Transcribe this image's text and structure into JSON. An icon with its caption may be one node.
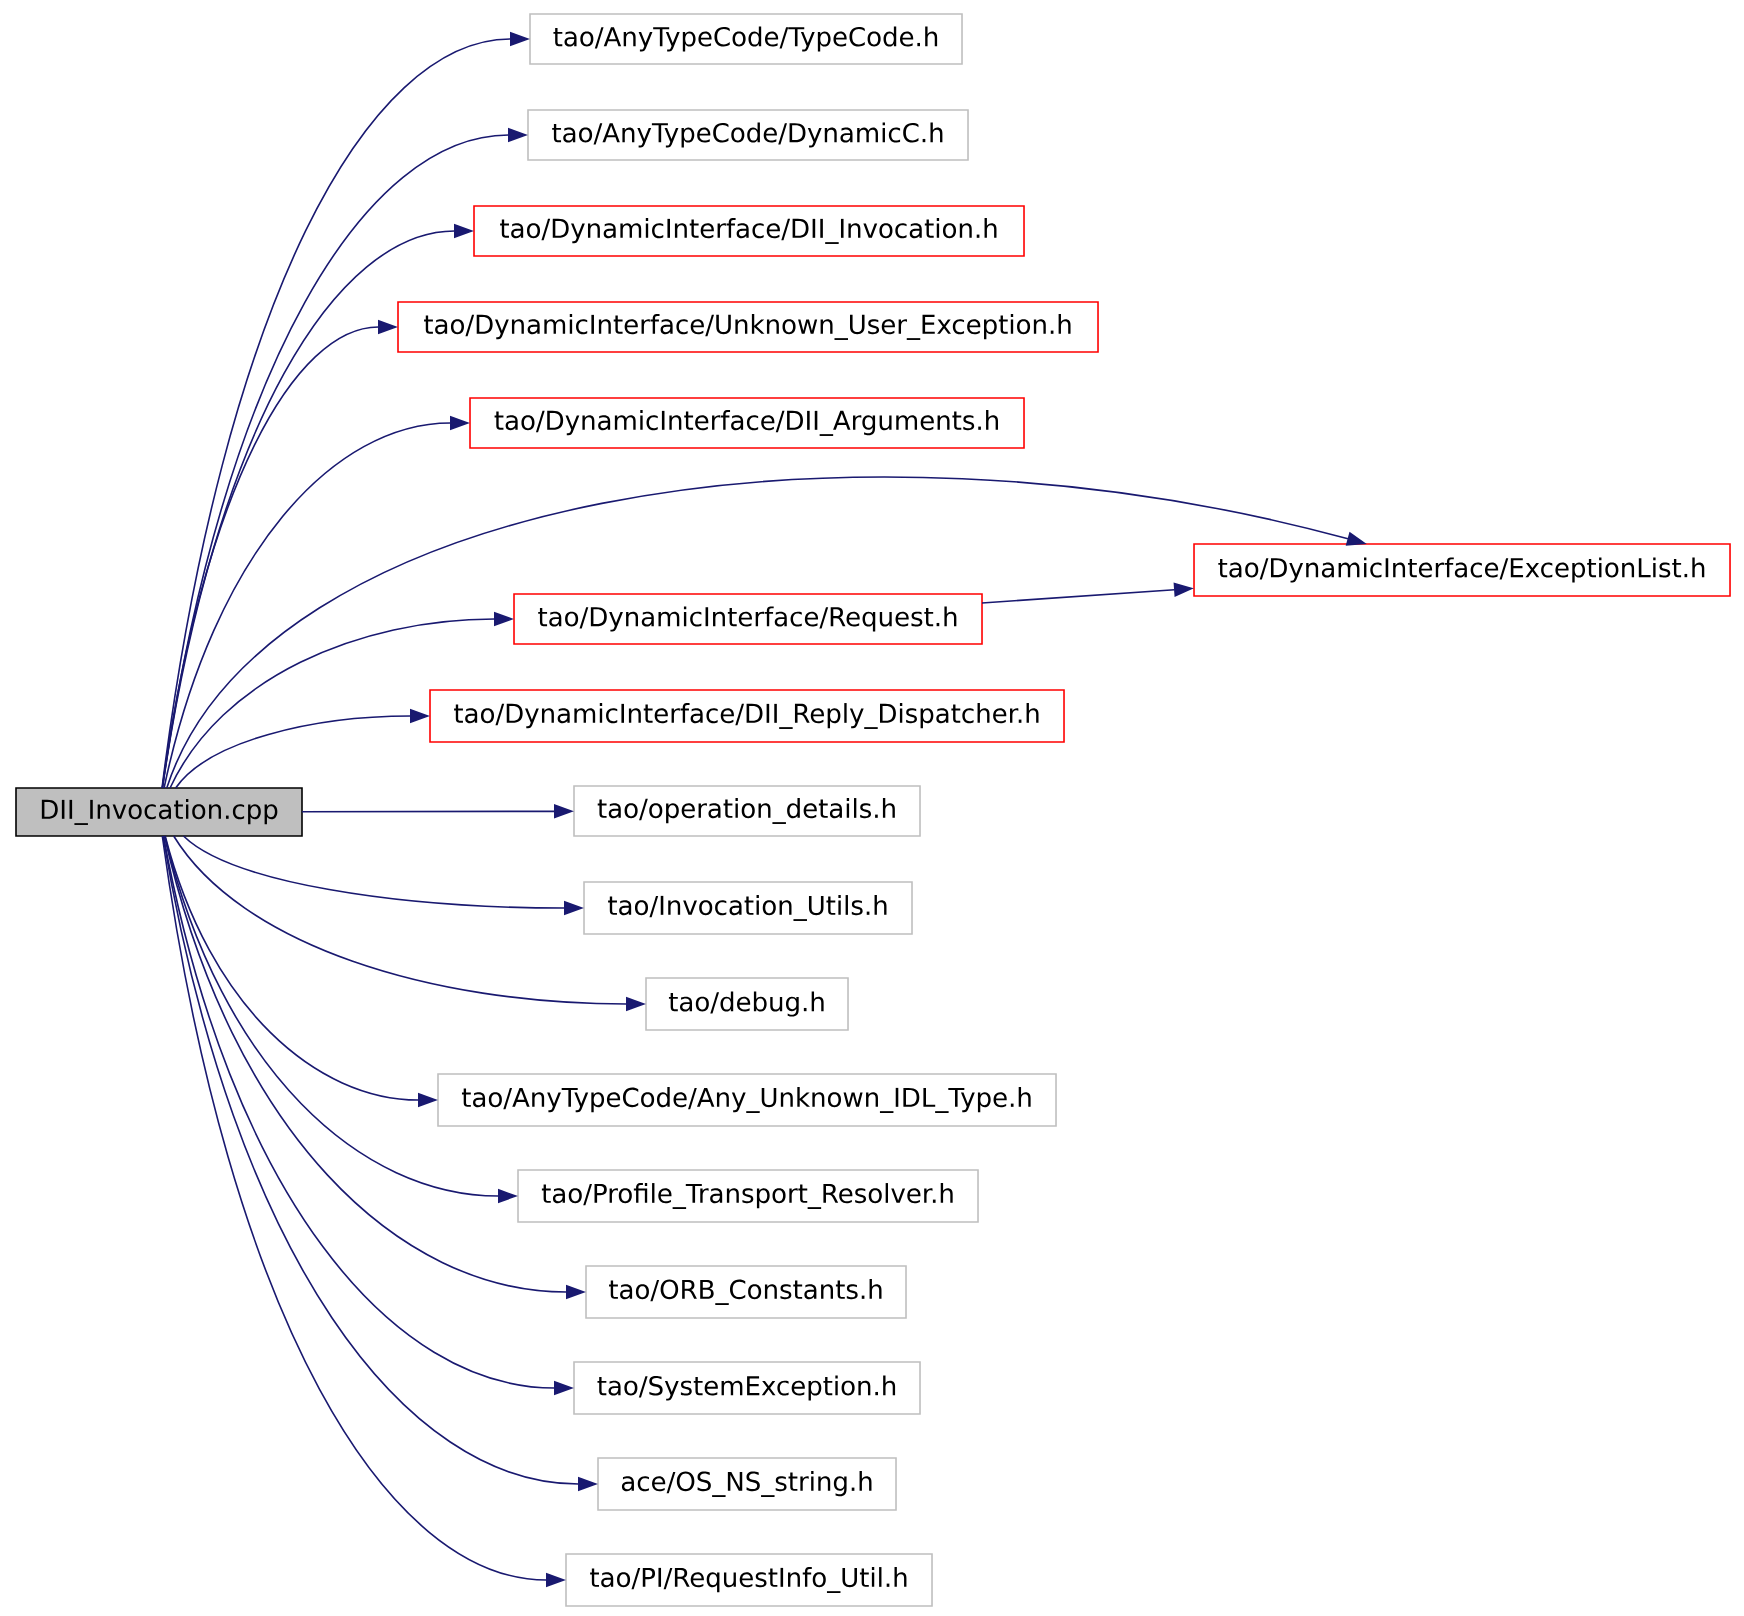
{
  "diagram": {
    "nodes": [
      {
        "text": [
          "tao/AnyTypeCode/TypeCode.h"
        ]
      },
      {
        "text": [
          "tao/AnyTypeCode/DynamicC.h"
        ]
      },
      {
        "text": [
          "tao/DynamicInterface/DII_Invocation.h"
        ]
      },
      {
        "text": [
          "tao/DynamicInterface/Unknown_User_Exception.h"
        ]
      },
      {
        "text": [
          "tao/DynamicInterface/DII_Arguments.h"
        ]
      },
      {
        "text": [
          "tao/DynamicInterface/ExceptionList.h"
        ]
      },
      {
        "text": [
          "tao/DynamicInterface/Request.h"
        ]
      },
      {
        "text": [
          "tao/DynamicInterface/DII_Reply_Dispatcher.h"
        ]
      },
      {
        "text": [
          "DII_Invocation.cpp"
        ]
      },
      {
        "text": [
          "tao/operation_details.h"
        ]
      },
      {
        "text": [
          "tao/Invocation_Utils.h"
        ]
      },
      {
        "text": [
          "tao/debug.h"
        ]
      },
      {
        "text": [
          "tao/AnyTypeCode/Any_Unknown_IDL_Type.h"
        ]
      },
      {
        "text": [
          "tao/Profile_Transport_Resolver.h"
        ]
      },
      {
        "text": [
          "tao/ORB_Constants.h"
        ]
      },
      {
        "text": [
          "tao/SystemException.h"
        ]
      },
      {
        "text": [
          "ace/OS_NS_string.h"
        ]
      },
      {
        "text": [
          "tao/PI/RequestInfo_Util.h"
        ]
      }
    ],
    "edges": [
      {
        "from": 8,
        "to": 0,
        "arrow": "to"
      },
      {
        "from": 8,
        "to": 1,
        "arrow": "to"
      },
      {
        "from": 8,
        "to": 2,
        "arrow": "to"
      },
      {
        "from": 8,
        "to": 3,
        "arrow": "to"
      },
      {
        "from": 8,
        "to": 4,
        "arrow": "to"
      },
      {
        "from": 8,
        "to": 5,
        "arrow": "to"
      },
      {
        "from": 8,
        "to": 6,
        "arrow": "to"
      },
      {
        "from": 6,
        "to": 5,
        "arrow": "to"
      },
      {
        "from": 8,
        "to": 7,
        "arrow": "to"
      },
      {
        "from": 8,
        "to": 9,
        "arrow": "to"
      },
      {
        "from": 8,
        "to": 10,
        "arrow": "to"
      },
      {
        "from": 8,
        "to": 11,
        "arrow": "to"
      },
      {
        "from": 8,
        "to": 12,
        "arrow": "to"
      },
      {
        "from": 8,
        "to": 13,
        "arrow": "to"
      },
      {
        "from": 8,
        "to": 14,
        "arrow": "to"
      },
      {
        "from": 8,
        "to": 15,
        "arrow": "to"
      },
      {
        "from": 8,
        "to": 16,
        "arrow": "to"
      },
      {
        "from": 8,
        "to": 17,
        "arrow": "to"
      }
    ]
  }
}
